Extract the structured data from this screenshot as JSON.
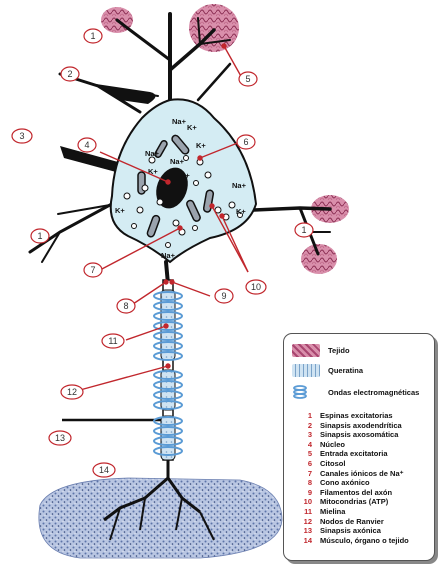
{
  "diagram": {
    "callout_numbers": [
      "1",
      "2",
      "3",
      "4",
      "5",
      "6",
      "7",
      "8",
      "9",
      "10",
      "11",
      "12",
      "13",
      "14"
    ],
    "ions": {
      "sodium": "Na+",
      "potassium": "K+"
    },
    "colors": {
      "tissue": "#cf7f9c",
      "cell_body": "#d4ecf3",
      "keratin_blue": "#6fa6d6",
      "arrow_red": "#c1272d",
      "muscle": "#8aa0c8"
    }
  },
  "legend": {
    "symbols": [
      {
        "label": "Tejido",
        "icon": "tissue-swatch"
      },
      {
        "label": "Queratina",
        "icon": "keratin-swatch"
      },
      {
        "label": "Ondas electromagnéticas",
        "icon": "wave-coil"
      }
    ],
    "items": [
      {
        "n": "1",
        "text": "Espinas excitatorias"
      },
      {
        "n": "2",
        "text": "Sinapsis axodendrítica"
      },
      {
        "n": "3",
        "text": "Sinapsis axosomática"
      },
      {
        "n": "4",
        "text": "Núcleo"
      },
      {
        "n": "5",
        "text": "Entrada excitatoria"
      },
      {
        "n": "6",
        "text": "Citosol"
      },
      {
        "n": "7",
        "text": "Canales iónicos de Na⁺"
      },
      {
        "n": "8",
        "text": "Cono axónico"
      },
      {
        "n": "9",
        "text": "Filamentos del axón"
      },
      {
        "n": "10",
        "text": "Mitocondrias (ATP)"
      },
      {
        "n": "11",
        "text": "Mielina"
      },
      {
        "n": "12",
        "text": "Nodos de Ranvier"
      },
      {
        "n": "13",
        "text": "Sinapsis axónica"
      },
      {
        "n": "14",
        "text": "Músculo, órgano o tejido"
      }
    ]
  }
}
